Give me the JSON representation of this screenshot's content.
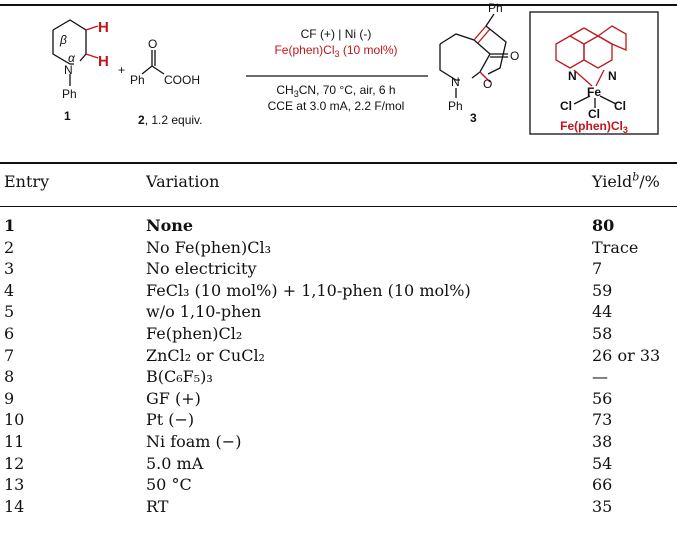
{
  "scheme": {
    "reactant1_label": "1",
    "reactant1_n": "N",
    "reactant1_ph": "Ph",
    "reactant1_h_beta": "H",
    "reactant1_h_alpha": "H",
    "beta": "β",
    "alpha": "α",
    "plus": "+",
    "reactant2_ph": "Ph",
    "reactant2_cooh": "COOH",
    "reactant2_o": "O",
    "reactant2_label": "2, 1.2 equiv.",
    "cond_electrodes": "CF (+) | Ni (-)",
    "cond_catalyst": "Fe(phen)Cl",
    "cond_catalyst_sub": "3",
    "cond_catalyst_tail": " (10 mol%)",
    "cond_line2_a": "CH",
    "cond_line2_sub": "3",
    "cond_line2_b": "CN, 70 °C, air, 6 h",
    "cond_line3": "CCE at 3.0 mA, 2.2 F/mol",
    "product_label": "3",
    "product_ph_top": "Ph",
    "product_ph_n": "Ph",
    "product_n": "N",
    "product_o_ring": "O",
    "product_o_carbonyl": "O",
    "cat_n1": "N",
    "cat_n2": "N",
    "cat_fe": "Fe",
    "cat_cl1": "Cl",
    "cat_cl2": "Cl",
    "cat_cl3": "Cl",
    "cat_name": "Fe(phen)Cl",
    "cat_name_sub": "3"
  },
  "table": {
    "headers": {
      "entry": "Entry",
      "variation": "Variation",
      "yield": "Yield",
      "yield_sup": "b",
      "yield_unit": "/%"
    },
    "rows": [
      {
        "entry": "1",
        "variation": "None",
        "yield": "80"
      },
      {
        "entry": "2",
        "variation": "No Fe(phen)Cl₃",
        "yield": "Trace"
      },
      {
        "entry": "3",
        "variation": "No electricity",
        "yield": "7"
      },
      {
        "entry": "4",
        "variation": "FeCl₃ (10 mol%) + 1,10-phen (10 mol%)",
        "yield": "59"
      },
      {
        "entry": "5",
        "variation": "w/o 1,10-phen",
        "yield": "44"
      },
      {
        "entry": "6",
        "variation": "Fe(phen)Cl₂",
        "yield": "58"
      },
      {
        "entry": "7",
        "variation": "ZnCl₂ or CuCl₂",
        "yield": "26 or 33"
      },
      {
        "entry": "8",
        "variation": "B(C₆F₅)₃",
        "yield": "—"
      },
      {
        "entry": "9",
        "variation": "GF (+)",
        "yield": "56"
      },
      {
        "entry": "10",
        "variation": "Pt (−)",
        "yield": "73"
      },
      {
        "entry": "11",
        "variation": "Ni foam (−)",
        "yield": "38"
      },
      {
        "entry": "12",
        "variation": "5.0 mA",
        "yield": "54"
      },
      {
        "entry": "13",
        "variation": "50 °C",
        "yield": "66"
      },
      {
        "entry": "14",
        "variation": "RT",
        "yield": "35"
      }
    ]
  },
  "colors": {
    "red": "#c0161c",
    "ink": "#111111"
  }
}
